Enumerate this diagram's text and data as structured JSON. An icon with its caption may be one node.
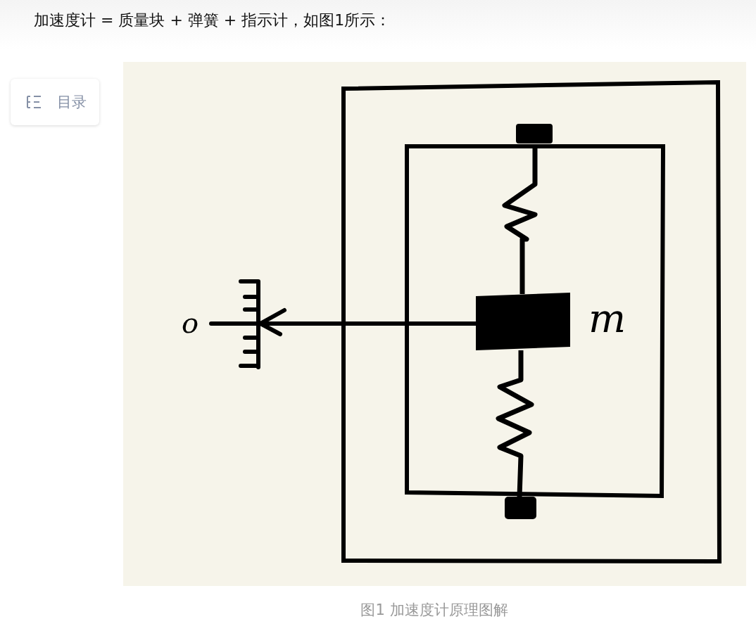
{
  "diagram": {
    "caption": "图1 加速度计原理图解",
    "labels": [
      "加速度计 = 质量块 + 弹簧 + 指示计，如图1所示：",
      "目录",
      "o",
      "m"
    ]
  }
}
